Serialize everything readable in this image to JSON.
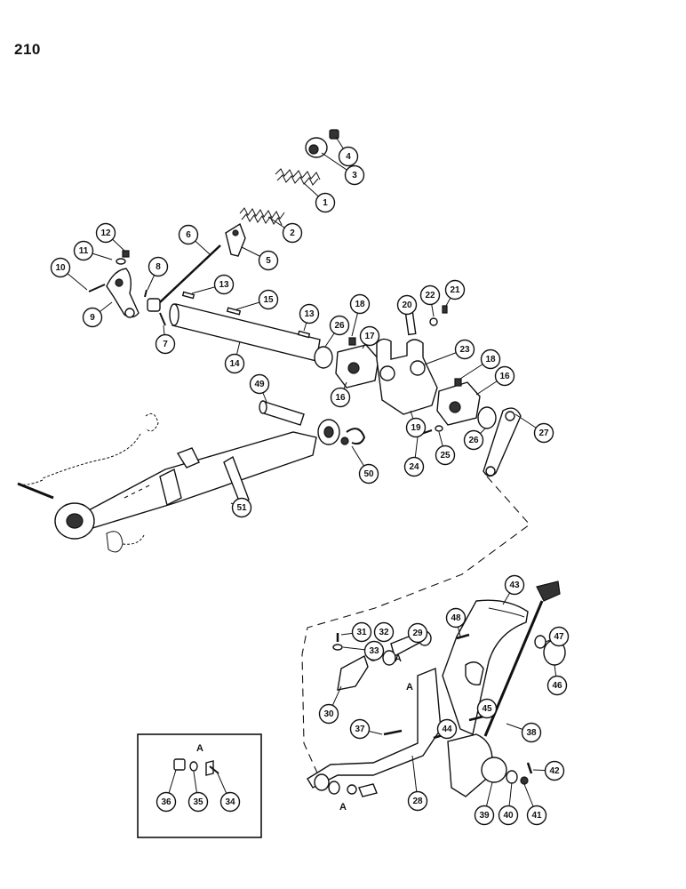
{
  "page_number": "210",
  "inset_label": "A",
  "detail_letters": [
    "A",
    "A",
    "A"
  ],
  "callouts": [
    {
      "id": "1",
      "label": "1"
    },
    {
      "id": "2",
      "label": "2"
    },
    {
      "id": "3",
      "label": "3"
    },
    {
      "id": "4",
      "label": "4"
    },
    {
      "id": "5",
      "label": "5"
    },
    {
      "id": "6",
      "label": "6"
    },
    {
      "id": "7",
      "label": "7"
    },
    {
      "id": "8",
      "label": "8"
    },
    {
      "id": "9",
      "label": "9"
    },
    {
      "id": "10",
      "label": "10"
    },
    {
      "id": "11",
      "label": "11"
    },
    {
      "id": "12",
      "label": "12"
    },
    {
      "id": "13a",
      "label": "13"
    },
    {
      "id": "13b",
      "label": "13"
    },
    {
      "id": "14",
      "label": "14"
    },
    {
      "id": "15",
      "label": "15"
    },
    {
      "id": "16a",
      "label": "16"
    },
    {
      "id": "16b",
      "label": "16"
    },
    {
      "id": "17",
      "label": "17"
    },
    {
      "id": "18a",
      "label": "18"
    },
    {
      "id": "18b",
      "label": "18"
    },
    {
      "id": "19",
      "label": "19"
    },
    {
      "id": "20",
      "label": "20"
    },
    {
      "id": "21",
      "label": "21"
    },
    {
      "id": "22",
      "label": "22"
    },
    {
      "id": "23",
      "label": "23"
    },
    {
      "id": "24",
      "label": "24"
    },
    {
      "id": "25",
      "label": "25"
    },
    {
      "id": "26a",
      "label": "26"
    },
    {
      "id": "26b",
      "label": "26"
    },
    {
      "id": "27",
      "label": "27"
    },
    {
      "id": "28",
      "label": "28"
    },
    {
      "id": "29",
      "label": "29"
    },
    {
      "id": "30",
      "label": "30"
    },
    {
      "id": "31",
      "label": "31"
    },
    {
      "id": "32",
      "label": "32"
    },
    {
      "id": "33",
      "label": "33"
    },
    {
      "id": "34",
      "label": "34"
    },
    {
      "id": "35",
      "label": "35"
    },
    {
      "id": "36",
      "label": "36"
    },
    {
      "id": "37",
      "label": "37"
    },
    {
      "id": "38",
      "label": "38"
    },
    {
      "id": "39",
      "label": "39"
    },
    {
      "id": "40",
      "label": "40"
    },
    {
      "id": "41",
      "label": "41"
    },
    {
      "id": "42",
      "label": "42"
    },
    {
      "id": "43",
      "label": "43"
    },
    {
      "id": "44",
      "label": "44"
    },
    {
      "id": "45",
      "label": "45"
    },
    {
      "id": "46",
      "label": "46"
    },
    {
      "id": "47",
      "label": "47"
    },
    {
      "id": "48",
      "label": "48"
    },
    {
      "id": "49",
      "label": "49"
    },
    {
      "id": "50",
      "label": "50"
    },
    {
      "id": "51",
      "label": "51"
    }
  ]
}
